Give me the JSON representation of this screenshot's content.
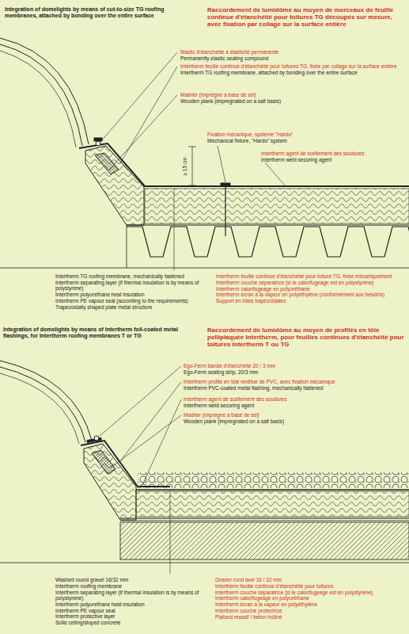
{
  "diagram": {
    "labels": [
      "Integration of domelights by means of cut-to-size TG roofing membranes, attached by bonding over the entire surface",
      "Raccordement de lumidôme au moyen de morceaux de feuille continue d'étanchéité pour toitures TG découpés sur mesure, avec fixation par collage sur la surface entière",
      "Mastic d'étanchéité à élasticité permanente",
      "Permanently elastic sealing compound",
      "Intertherm feuille continue d'étanchéité pour toitures TG, fixée par collage sur la surface entière",
      "Intertherm TG roofing membrane, attached by bonding over the entire surface",
      "Madrier (imprégné à base de sel)",
      "Wooden plank (impregnated on a salt basis)",
      "≥ 15 cm",
      "Fixation mécanique, système \"Hardo\"",
      "Mechanical fixture, \"Hardo\" system",
      "Intertherm agent de scellement des soudures",
      "Intertherm weld securing agent",
      "Intertherm TG roofing membrane, mechanically fastened",
      "Intertherm separating layer (if thermal insulation is by means of polystyrene)",
      "Intertherm polyurethane heat insulation",
      "Intertherm PE vapour seal (according to the requirements)",
      "Trapezoidally shaped plate metal structure",
      "Intertherm feuille continue d'étanchéité pour toiture TG, fixée mécaniquement",
      "Intertherm couche séparatrice (si le calorifugeage est en polystyrène)",
      "Intertherm calorifugeage en polyuréthane",
      "Intertherm écran à la vapeur en polyéthylène (conformément aux besoins)",
      "Support en tôles trapézoïdales",
      "Integration of domelights by means of Intertherm foil-coated metal flashings, for Intertherm roofing membranes T or TG",
      "Raccordement de lumidôme au moyen de profilés en tôle pelliplaquée Intertherm, pour feuilles continues d'étanchéité pour toitures Intertherm T ou TG",
      "Ego-Ferm bande d'étanchéité 20 / 3 mm",
      "Ego-Ferm sealing strip, 20/3 mm",
      "Intertherm profilé en tôle revêtue de PVC, avec fixation mécanique",
      "Intertherm PVC-coated metal flashing, mechanically fastened",
      "Intertherm agent de scellement des soudures",
      "Intertherm weld securing agent",
      "Madrier (imprégné à base de sel)",
      "Wooden plank (impregnated on a salt basis)",
      "Washed round gravel 16/32 mm",
      "Intertherm roofing membrane",
      "Intertherm separating layer (if thermal insulation is by means of polystyrene)",
      "Intertherm polyurethane heat insulation",
      "Intertherm PE vapour seal",
      "Intertherm protective layer",
      "Solid ceiling/sloped concrete",
      "Gravier rond lavé 16 / 32 mm",
      "Intertherm feuille continue d'étanchéité pour toitures",
      "Intertherm couche séparatrice (si le calorifugeage est en polystyrène)",
      "Intertherm calorifugeage en polyuréthane",
      "Intertherm écran à la vapeur en polyéthylène",
      "Intertherm couche protectrice",
      "Plafond massif / béton incliné"
    ]
  }
}
